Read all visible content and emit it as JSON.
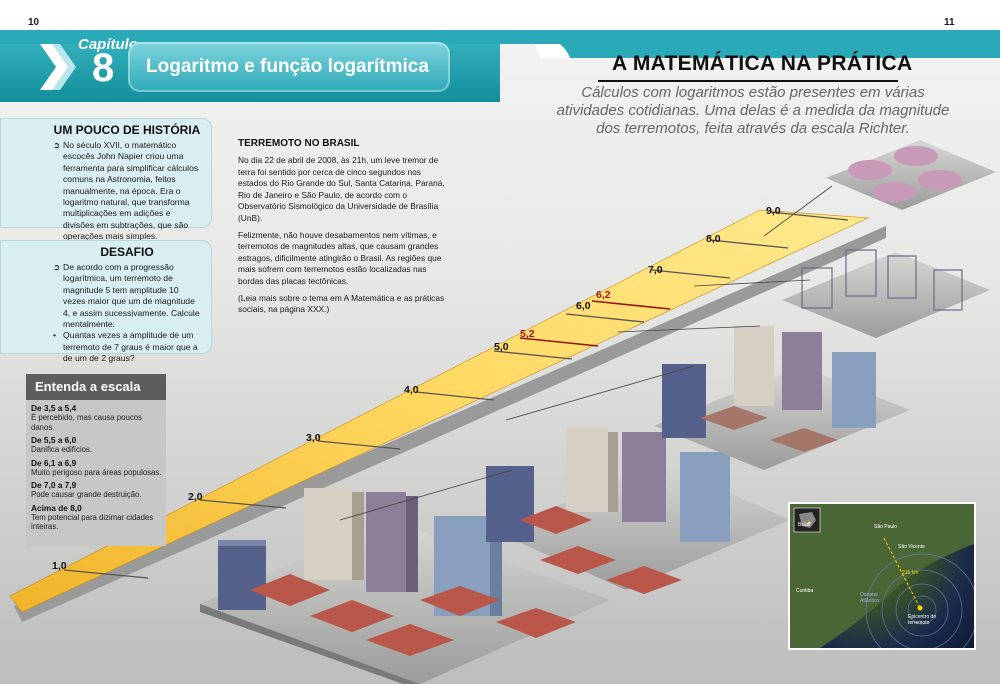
{
  "pages": {
    "left": "10",
    "right": "11"
  },
  "chapter": {
    "word": "Capítulo",
    "number": "8",
    "title": "Logaritmo e função logarítmica"
  },
  "header": {
    "title": "A MATEMÁTICA NA PRÁTICA",
    "subtitle": "Cálculos com logaritmos estão presentes em várias atividades cotidianas. Uma delas é a medida da magnitude dos terremotos, feita através da escala Richter."
  },
  "history": {
    "heading": "UM POUCO DE HISTÓRIA",
    "text": "No século XVII, o matemático escocês John Napier criou uma ferramenta para simplificar cálculos comuns na Astronomia, feitos manualmente, na época.  Era o logaritmo natural, que transforma multiplicações em adições e divisões em subtrações, que são operações mais simples."
  },
  "challenge": {
    "heading": "DESAFIO",
    "text": "De acordo com a progressão logarítmica, um terremoto de magnitude 5 tem amplitude 10 vezes maior que um de magnitude 4, e assim sucessivamente. Calcule mentalmente:",
    "question": "Quantas vezes a amplitude de um terremoto de 7 graus é maior que a de um de 2 graus?"
  },
  "scale_panel": {
    "title": "Entenda a escala",
    "items": [
      {
        "range": "De 3,5 a 5,4",
        "desc": "É percebido, mas causa poucos danos."
      },
      {
        "range": "De 5,5 a 6,0",
        "desc": "Danifica edifícios."
      },
      {
        "range": "De 6,1 a 6,9",
        "desc": "Muito perigoso para áreas populosas."
      },
      {
        "range": "De 7,0 a 7,9",
        "desc": "Pode causar grande destruição."
      },
      {
        "range": "Acima de 8,0",
        "desc": "Tem potencial para dizimar cidades inteiras."
      }
    ]
  },
  "article": {
    "heading": "TERREMOTO NO BRASIL",
    "p1": "No dia 22 de abril de 2008, às 21h, um leve tremor de terra foi sentido por cerca de cinco segundos nos estados do Rio Grande do Sul, Santa Catarina, Paraná, Rio de Janeiro e São Paulo, de acordo com o Observatório Sismológico da Universidade de Brasília (UnB).",
    "p2": "Felizmente, não houve desabamentos nem vítimas, e terremotos de magnitudes altas, que causam grandes estragos, dificilmente atingirão o Brasil. As regiões que mais sofrem com terremotos estão localizadas nas bordas das placas tectônicas.",
    "p3": "(Leia mais sobre o tema em A Matemática e as práticas sociais, na página XXX.)"
  },
  "ramp": {
    "labels": [
      "1,0",
      "2,0",
      "3,0",
      "4,0",
      "5,0",
      "5,2",
      "6,0",
      "6,2",
      "7,0",
      "8,0",
      "9,0"
    ],
    "colors": {
      "top": "#ffd85c",
      "bottom": "#e5a520",
      "side": "#b9b9b9",
      "accent_red": "#9a1a1a"
    }
  },
  "map": {
    "brasil": "Brasil",
    "sao_paulo": "São Paulo",
    "sao_vicente": "São Vicente",
    "distance": "215 km",
    "curitiba": "Curitiba",
    "ocean": "Oceano Atlântico",
    "epicenter": "Epicentro do terremoto"
  },
  "colors": {
    "teal": "#1fa4b3",
    "box_bg": "#d8eef2",
    "scale_head": "#5d5d5d"
  }
}
